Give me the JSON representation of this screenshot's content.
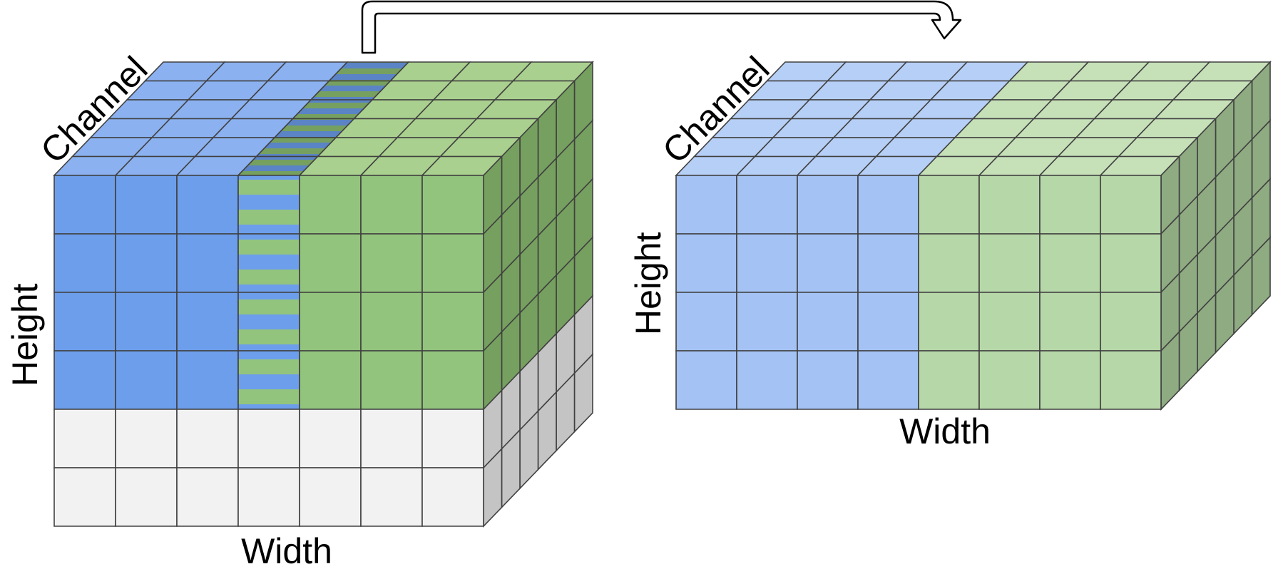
{
  "colors": {
    "blue_front": "#6d9eeb",
    "blue_top": "#8bb1f0",
    "blue_side": "#5a84c6",
    "green_front": "#93c47d",
    "green_top": "#a9d08e",
    "green_side": "#76a05f",
    "gray_front": "#f2f2f2",
    "gray_side": "#c4c4c4",
    "light_blue_front": "#a4c2f4",
    "light_blue_top": "#b6cff6",
    "light_green_front": "#b6d7a8",
    "light_green_top": "#c6e0b8",
    "light_green_side": "#8fab82",
    "grid_line": "#404040"
  },
  "left_tensor": {
    "channel_label": "Channel",
    "height_label": "Height",
    "width_label": "Width",
    "columns": [
      "blue",
      "blue",
      "blue",
      "striped",
      "green",
      "green",
      "green"
    ],
    "colored_rows": 4,
    "padding_rows": 2
  },
  "right_tensor": {
    "channel_label": "Channel",
    "height_label": "Height",
    "width_label": "Width",
    "columns": [
      "blue",
      "blue",
      "blue",
      "blue",
      "green",
      "green",
      "green",
      "green"
    ],
    "rows": 4
  },
  "arrow": {
    "icon": "curved-arrow-icon"
  }
}
